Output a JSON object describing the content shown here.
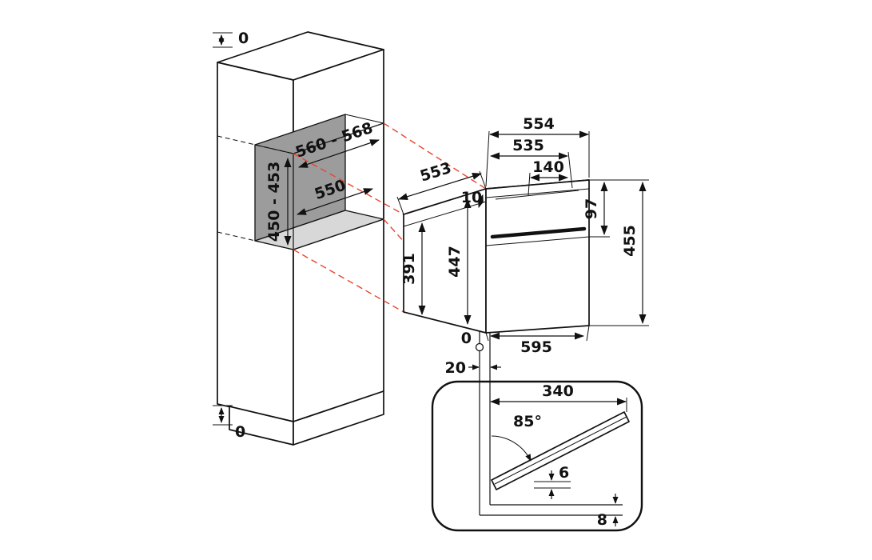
{
  "labels": {
    "cabinet": {
      "top_gap": "0",
      "bottom_gap": "0",
      "niche_width": "560 - 568",
      "niche_height": "450 - 453",
      "niche_depth": "550"
    },
    "oven": {
      "depth_total": "554",
      "depth_inner": "535",
      "depth_rear": "140",
      "depth_side": "553",
      "front_lip": "10",
      "panel_height": "97",
      "height": "455",
      "rear_height": "391",
      "front_height": "447",
      "width": "595",
      "flush_ref": "0",
      "bottom_offset": "20"
    },
    "door": {
      "reach": "340",
      "angle": "85°",
      "gap_small": "6",
      "gap_bottom": "8"
    }
  },
  "colors": {
    "line": "#111111",
    "projection": "#e8442e",
    "niche_back": "#9c9c9c",
    "niche_floor": "#d8d8d8",
    "background": "#ffffff"
  }
}
